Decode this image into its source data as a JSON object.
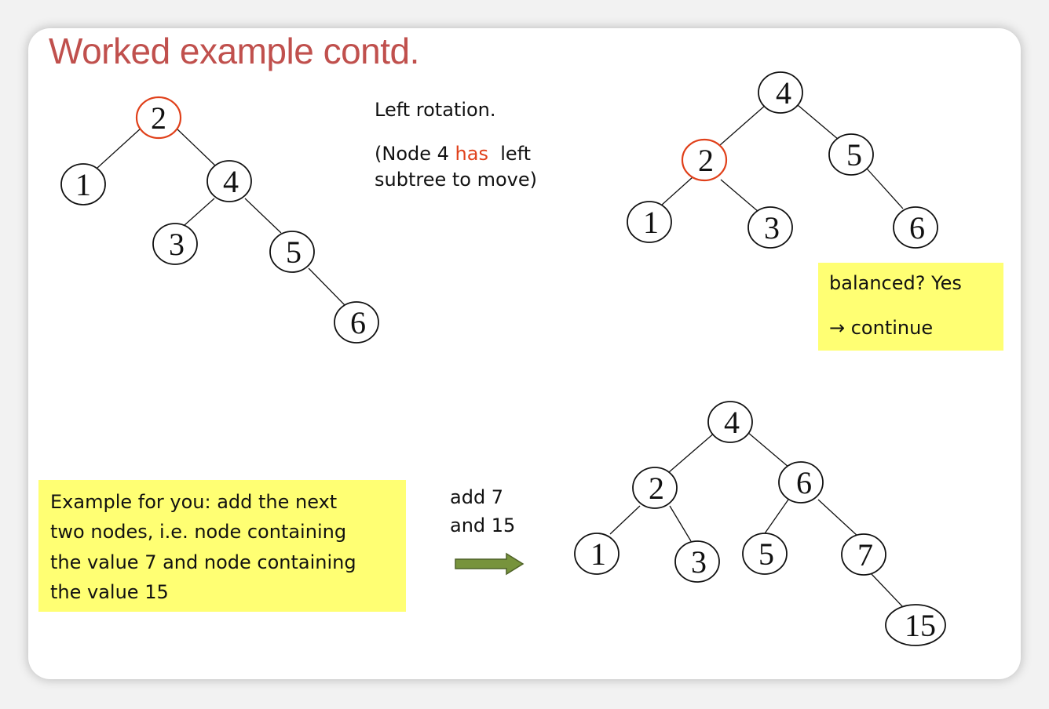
{
  "title": "Worked example contd.",
  "step_text": {
    "line1": "Left rotation.",
    "line2_before": "(Node 4 ",
    "line2_highlight": "has",
    "line2_after": "  left",
    "line3": "subtree to move)"
  },
  "balanced_note": {
    "line1": "balanced? Yes",
    "arrow": "→",
    "line2": " continue"
  },
  "exercise_note": {
    "line1": "Example for you: add the next",
    "line2": "two nodes, i.e. node containing",
    "line3": "the value 7 and node containing",
    "line4": "the value 15"
  },
  "add_label": {
    "line1": "add 7",
    "line2": "and 15"
  },
  "colors": {
    "title": "#c0504d",
    "highlight_node": "#e0401a",
    "note_background": "#ffff73",
    "arrow_fill": "#77933c"
  },
  "trees": {
    "before_rotation": {
      "nodes": [
        "2",
        "1",
        "4",
        "3",
        "5",
        "6"
      ],
      "highlighted": "2"
    },
    "after_rotation": {
      "nodes": [
        "4",
        "2",
        "5",
        "1",
        "3",
        "6"
      ],
      "highlighted": "2"
    },
    "final": {
      "nodes": [
        "4",
        "2",
        "6",
        "1",
        "3",
        "5",
        "7",
        "15"
      ]
    }
  }
}
